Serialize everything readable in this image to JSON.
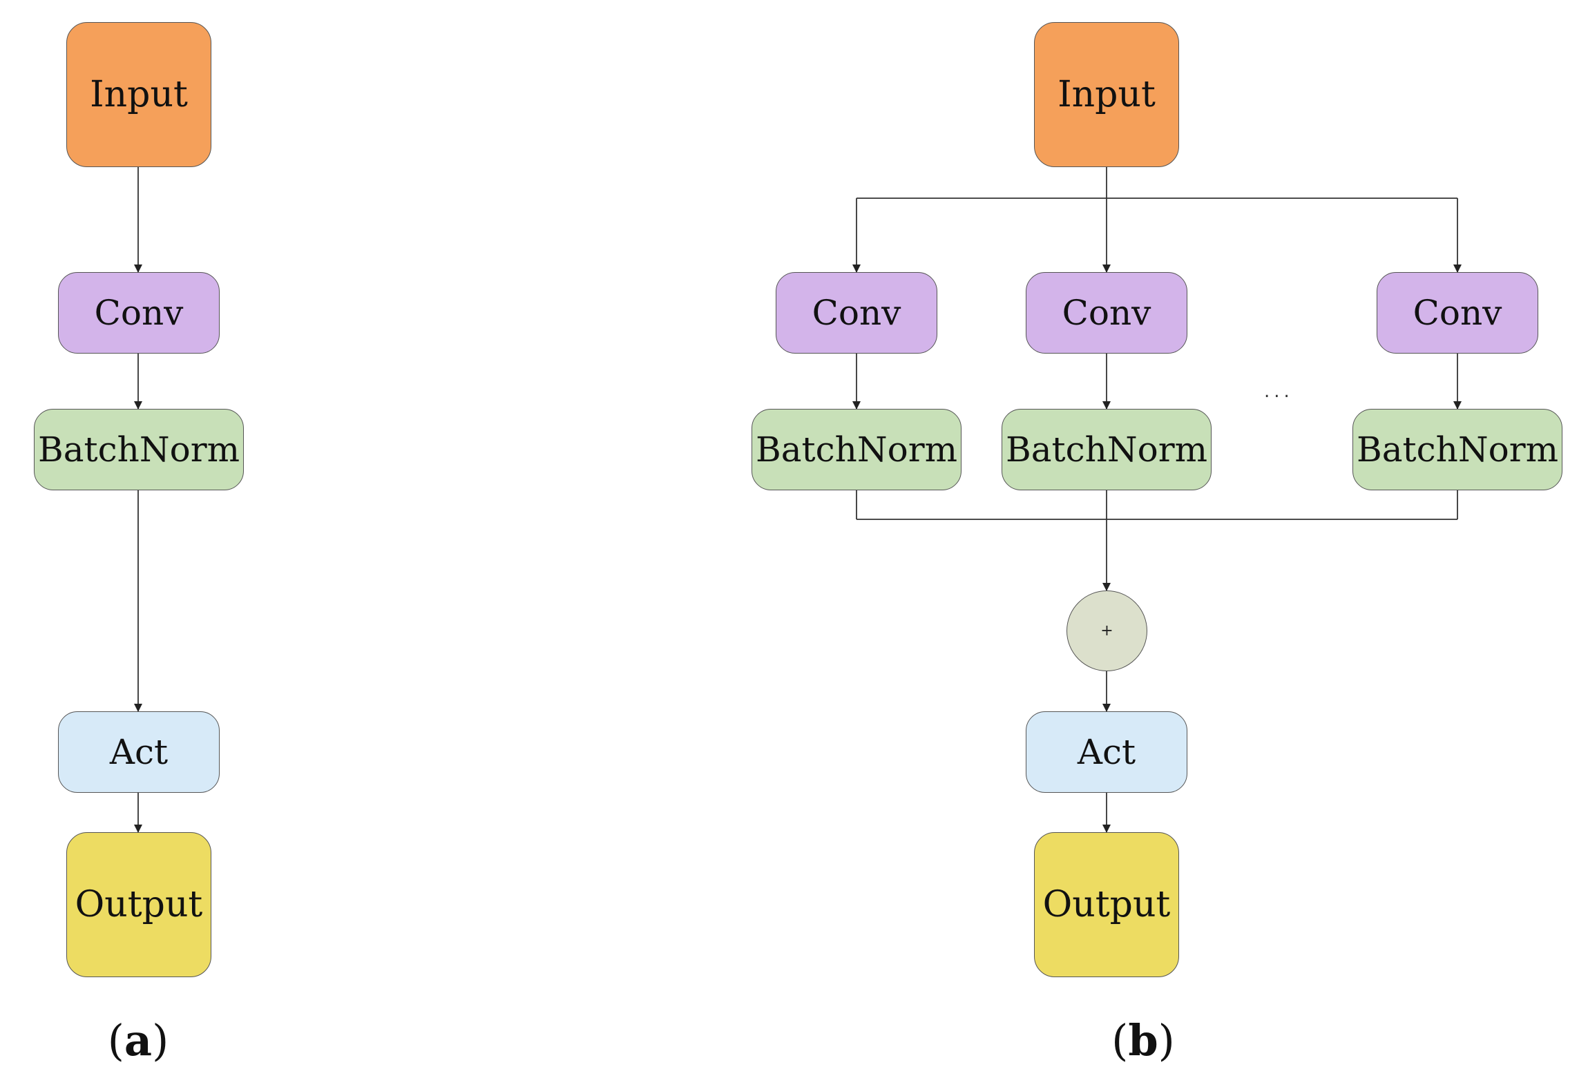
{
  "colors": {
    "input": "#f5a05a",
    "conv": "#d3b4ea",
    "batchnorm": "#c8e0b8",
    "act": "#d7eaf8",
    "output": "#eddc62",
    "sum": "#dce0cc",
    "line": "#333333"
  },
  "panel_a": {
    "input": "Input",
    "conv": "Conv",
    "batchnorm": "BatchNorm",
    "act": "Act",
    "output": "Output",
    "caption_open": "(",
    "caption_letter": "a",
    "caption_close": ")"
  },
  "panel_b": {
    "input": "Input",
    "branches": [
      {
        "conv": "Conv",
        "batchnorm": "BatchNorm"
      },
      {
        "conv": "Conv",
        "batchnorm": "BatchNorm"
      },
      {
        "conv": "Conv",
        "batchnorm": "BatchNorm"
      }
    ],
    "ellipsis": "...",
    "sum_symbol": "+",
    "act": "Act",
    "output": "Output",
    "caption_open": "(",
    "caption_letter": "b",
    "caption_close": ")"
  }
}
